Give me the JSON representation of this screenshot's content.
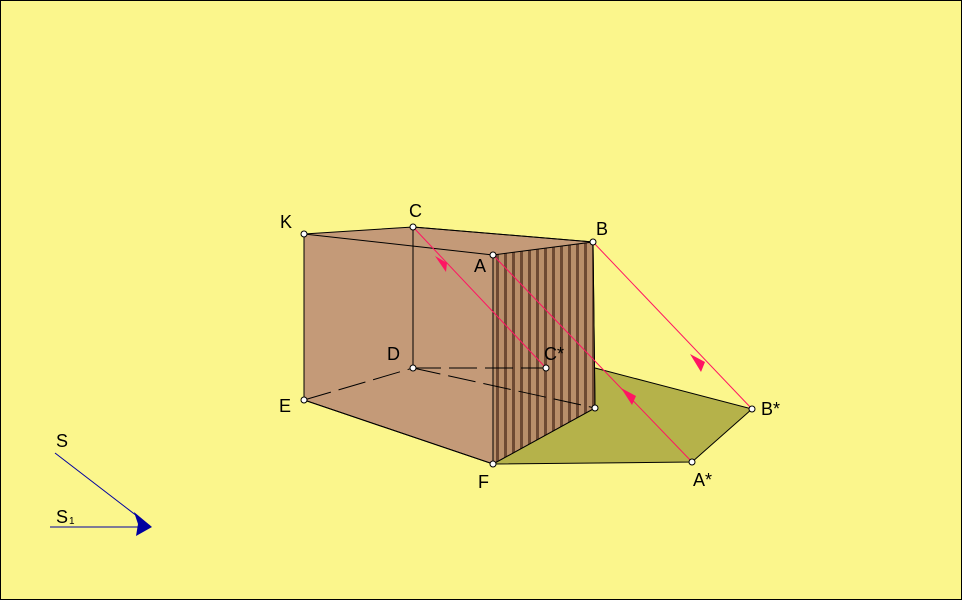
{
  "colors": {
    "background": "#FBF68C",
    "border": "#000000",
    "box_face": "#C49A78",
    "shadow": "#B5B24A",
    "stripe_dark": "#6E4A33",
    "stripe_light": "#B98F6A",
    "projection_ray": "#FF1463",
    "direction_arrow": "#0000A0"
  },
  "labels": {
    "K": "K",
    "C": "C",
    "B": "B",
    "A": "A",
    "D": "D",
    "C_star": "C*",
    "E": "E",
    "B_star": "B*",
    "F": "F",
    "A_star": "A*",
    "S": "S",
    "S1_main": "S",
    "S1_sub": "1"
  }
}
